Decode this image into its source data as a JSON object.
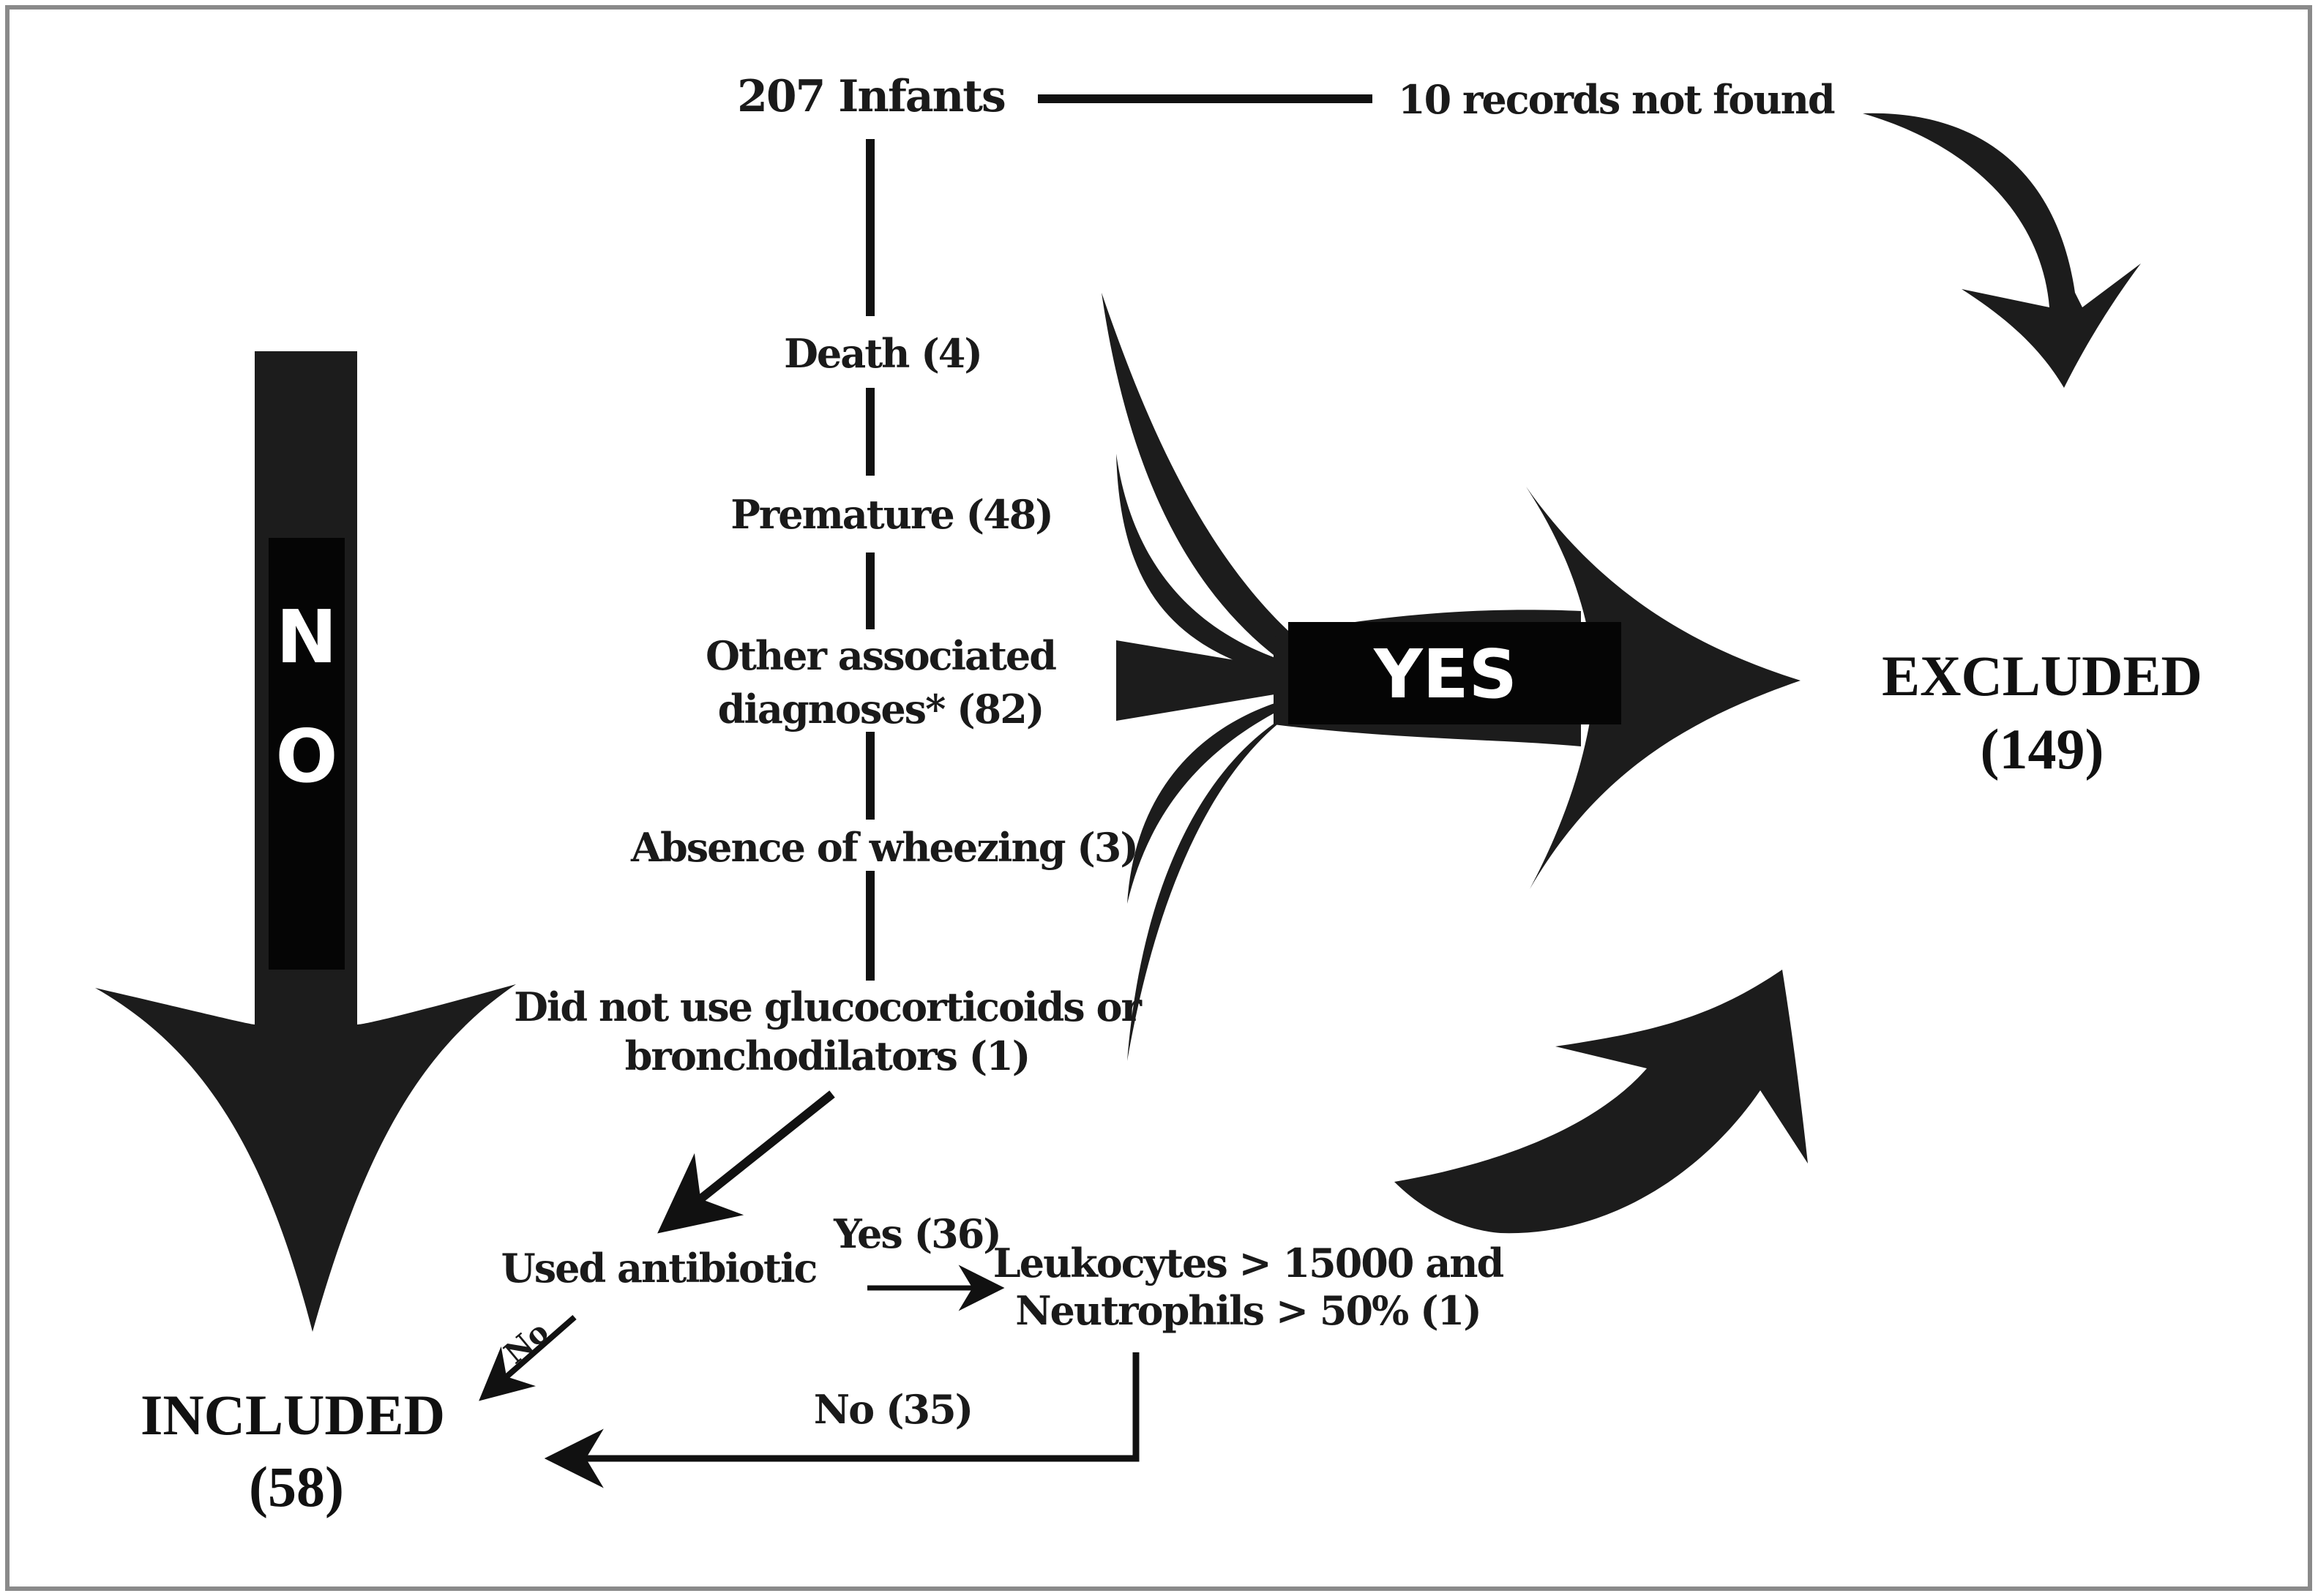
{
  "figure": {
    "type": "flowchart",
    "description": "Patient selection flow diagram",
    "colors": {
      "ink": "#1c1c1c",
      "border": "#8a8a8a",
      "background": "#ffffff",
      "label_text_on_arrow": "#ffffff"
    }
  },
  "start": {
    "label": "207 Infants"
  },
  "not_found": {
    "label": "10 records not found"
  },
  "exclusion_criteria": [
    {
      "label": "Death (4)",
      "count": 4
    },
    {
      "label": "Premature (48)",
      "count": 48
    },
    {
      "label_line1": "Other associated",
      "label_line2": "diagnoses* (82)",
      "count": 82
    },
    {
      "label": "Absence of wheezing (3)",
      "count": 3
    },
    {
      "label_line1": "Did not use glucocorticoids or",
      "label_line2": "bronchodilators (1)",
      "count": 1
    }
  ],
  "yes_arrow": {
    "label": "YES"
  },
  "no_arrow": {
    "letter1": "N",
    "letter2": "O"
  },
  "excluded": {
    "title": "EXCLUDED",
    "count": "(149)"
  },
  "included": {
    "title": "INCLUDED",
    "count": "(58)"
  },
  "antibiotic": {
    "label": "Used antibiotic",
    "yes_branch": "Yes (36)",
    "no_branch": "No",
    "lab_criteria_line1": "Leukocytes > 15000 and",
    "lab_criteria_line2": "Neutrophils > 50% (1)",
    "lab_no_branch": "No (35)"
  }
}
